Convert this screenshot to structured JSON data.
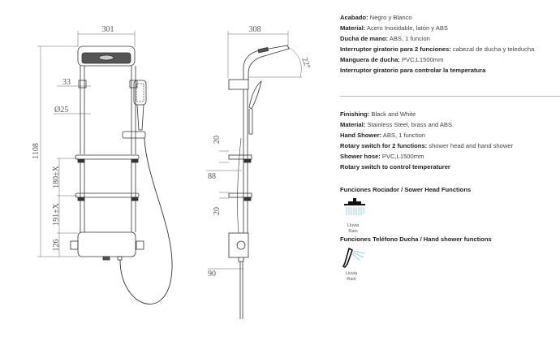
{
  "drawing": {
    "front_view": {
      "width_dim": "301",
      "height_dim": "1108",
      "joint_dim": "33",
      "pipe_diameter_dim": "Ø25",
      "shelf_gap_1": "180±X",
      "shelf_gap_2": "191±X",
      "mixer_height": "126"
    },
    "side_view": {
      "arm_dim": "308",
      "angle_dim": "22°",
      "shelf_thickness_1": "20",
      "shelf_depth": "88",
      "shelf_thickness_2": "20",
      "mixer_depth": "90"
    }
  },
  "specs_es": [
    {
      "label": "Acabado:",
      "value": " Negro y Blanco"
    },
    {
      "label": "Material:",
      "value": " Acero Inoxidable, latón y ABS"
    },
    {
      "label": "Ducha de mano:",
      "value": " ABS, 1 funcion"
    },
    {
      "label": "Interruptor giratorio para 2 funciones:",
      "value": " cabezal de ducha y teleducha"
    },
    {
      "label": "Manguera de ducha:",
      "value": " PVC,L1500mm"
    },
    {
      "label": "Interruptor giratorio para controlar la temperatura",
      "value": ""
    }
  ],
  "specs_en": [
    {
      "label": "Finishing:",
      "value": " Black and White"
    },
    {
      "label": "Material:",
      "value": " Stainless Steel, brass and ABS"
    },
    {
      "label": "Hand Shower:",
      "value": " ABS, 1 function"
    },
    {
      "label": "Rotary switch for 2 functions:",
      "value": " shower head and hand shower"
    },
    {
      "label": "Shower hose:",
      "value": " PVC,L1500mm"
    },
    {
      "label": "Rotary switch to control temperaturer",
      "value": ""
    }
  ],
  "functions": {
    "head_title": "Funciones Rociador /  Sower Head Functions",
    "head_items": [
      {
        "icon": "rain-shower-head-icon",
        "label_es": "Lluvia",
        "label_en": "Rain"
      }
    ],
    "hand_title": "Funciones Teléfono Ducha / Hand shower functions",
    "hand_items": [
      {
        "icon": "hand-shower-rain-icon",
        "label_es": "Lluvia",
        "label_en": "Rain"
      }
    ],
    "spray_color": "#7fc6e8"
  }
}
